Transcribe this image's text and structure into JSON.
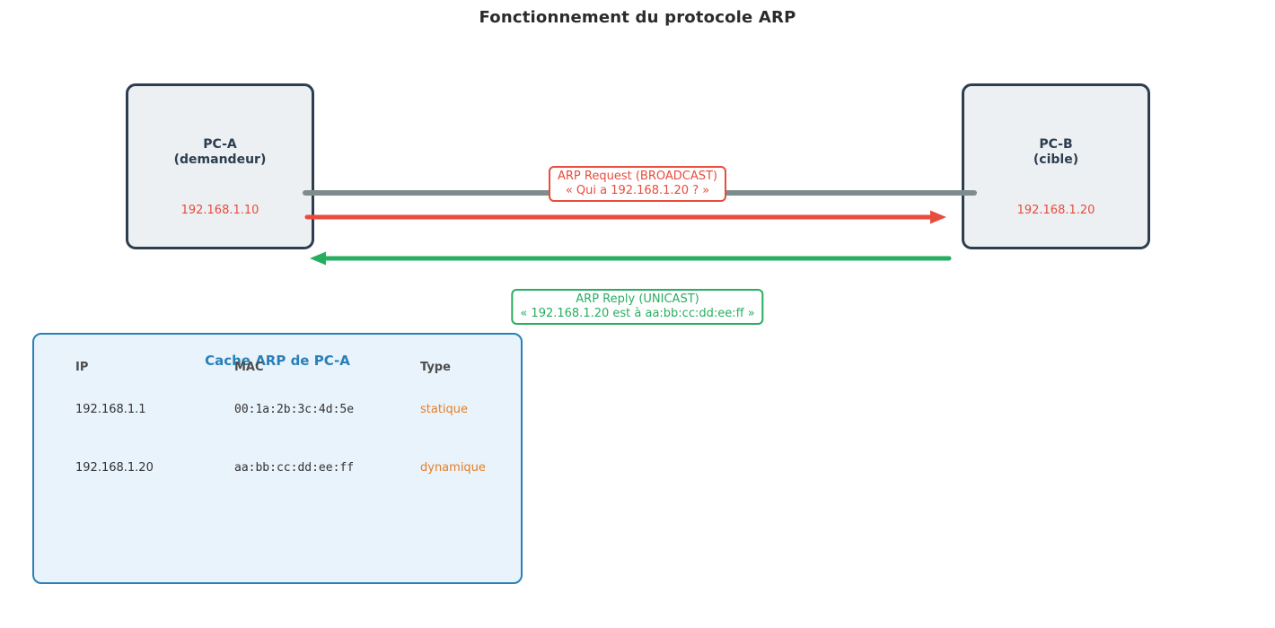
{
  "title": "Fonctionnement du protocole ARP",
  "colors": {
    "navy": "#2c3e50",
    "box_fill": "#edf0f2",
    "red": "#e74c3c",
    "green": "#27ae60",
    "gray": "#7f8c8d",
    "blue": "#2980b9",
    "orange": "#e67e22",
    "cache_bg": "#e9f3fb"
  },
  "pc_a": {
    "name": "PC-A",
    "role": "(demandeur)",
    "ip": "192.168.1.10"
  },
  "pc_b": {
    "name": "PC-B",
    "role": "(cible)",
    "ip": "192.168.1.20"
  },
  "request": {
    "line1": "ARP Request (BROADCAST)",
    "line2": "« Qui a 192.168.1.20 ? »"
  },
  "reply": {
    "line1": "ARP Reply (UNICAST)",
    "line2": "« 192.168.1.20 est à aa:bb:cc:dd:ee:ff »"
  },
  "cache": {
    "title": "Cache ARP de PC-A",
    "headers": {
      "ip": "IP",
      "mac": "MAC",
      "type": "Type"
    },
    "rows": [
      {
        "ip": "192.168.1.1",
        "mac": "00:1a:2b:3c:4d:5e",
        "type": "statique"
      },
      {
        "ip": "192.168.1.20",
        "mac": "aa:bb:cc:dd:ee:ff",
        "type": "dynamique"
      }
    ]
  }
}
